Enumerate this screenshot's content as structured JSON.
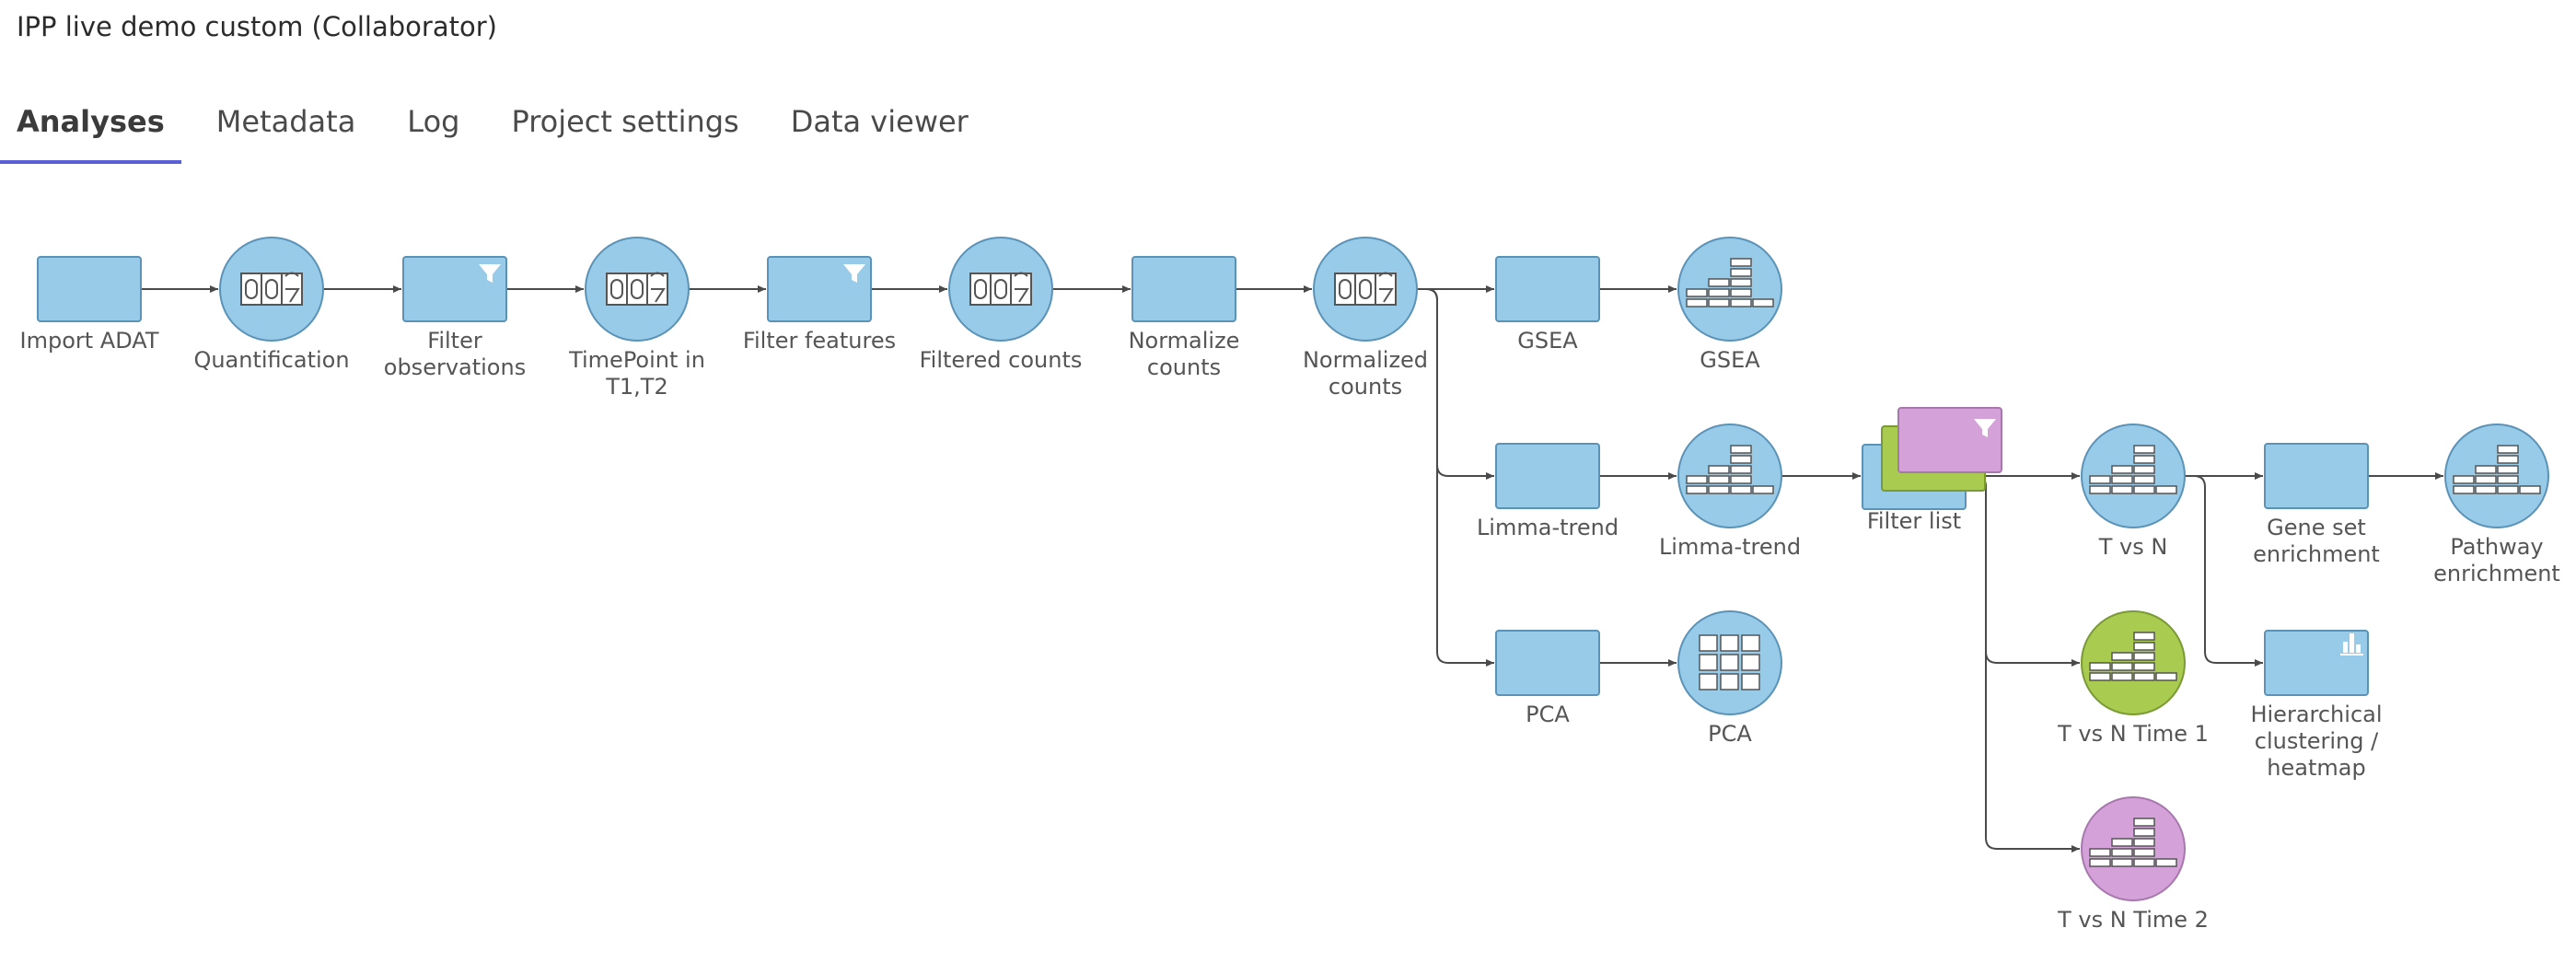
{
  "project": {
    "title": "IPP live demo custom (Collaborator)"
  },
  "tabs": [
    {
      "label": "Analyses",
      "active": true
    },
    {
      "label": "Metadata",
      "active": false
    },
    {
      "label": "Log",
      "active": false
    },
    {
      "label": "Project settings",
      "active": false
    },
    {
      "label": "Data viewer",
      "active": false
    }
  ],
  "colors": {
    "node_blue": "#97cbe8",
    "node_green": "#a8cb50",
    "node_purple": "#d4a2d9",
    "edge": "#4a4a4a",
    "tab_indicator": "#5a5fd6"
  },
  "nodes": [
    {
      "id": "import-adat",
      "shape": "task",
      "icon": "none",
      "color": "blue",
      "label": [
        "Import ADAT"
      ]
    },
    {
      "id": "quantification",
      "shape": "data",
      "icon": "counter",
      "color": "blue",
      "label": [
        "Quantification"
      ]
    },
    {
      "id": "filter-observations",
      "shape": "task",
      "icon": "filter",
      "color": "blue",
      "label": [
        "Filter",
        "observations"
      ]
    },
    {
      "id": "timepoint",
      "shape": "data",
      "icon": "counter",
      "color": "blue",
      "label": [
        "TimePoint in",
        "T1,T2"
      ]
    },
    {
      "id": "filter-features",
      "shape": "task",
      "icon": "filter",
      "color": "blue",
      "label": [
        "Filter features"
      ]
    },
    {
      "id": "filtered-counts",
      "shape": "data",
      "icon": "counter",
      "color": "blue",
      "label": [
        "Filtered counts"
      ]
    },
    {
      "id": "normalize-counts",
      "shape": "task",
      "icon": "none",
      "color": "blue",
      "label": [
        "Normalize",
        "counts"
      ]
    },
    {
      "id": "normalized-counts",
      "shape": "data",
      "icon": "counter",
      "color": "blue",
      "label": [
        "Normalized",
        "counts"
      ]
    },
    {
      "id": "gsea-task",
      "shape": "task",
      "icon": "none",
      "color": "blue",
      "label": [
        "GSEA"
      ]
    },
    {
      "id": "gsea-result",
      "shape": "data",
      "icon": "table",
      "color": "blue",
      "label": [
        "GSEA"
      ]
    },
    {
      "id": "limma-task",
      "shape": "task",
      "icon": "none",
      "color": "blue",
      "label": [
        "Limma-trend"
      ]
    },
    {
      "id": "limma-result",
      "shape": "data",
      "icon": "table",
      "color": "blue",
      "label": [
        "Limma-trend"
      ]
    },
    {
      "id": "filter-list",
      "shape": "stack",
      "icon": "filter",
      "color": "blue",
      "label": [
        "Filter list"
      ]
    },
    {
      "id": "pca-task",
      "shape": "task",
      "icon": "none",
      "color": "blue",
      "label": [
        "PCA"
      ]
    },
    {
      "id": "pca-result",
      "shape": "data",
      "icon": "grid",
      "color": "blue",
      "label": [
        "PCA"
      ]
    },
    {
      "id": "t-vs-n",
      "shape": "data",
      "icon": "table",
      "color": "blue",
      "label": [
        "T vs N"
      ]
    },
    {
      "id": "t-vs-n-time1",
      "shape": "data",
      "icon": "table",
      "color": "green",
      "label": [
        "T vs N Time 1"
      ]
    },
    {
      "id": "t-vs-n-time2",
      "shape": "data",
      "icon": "table",
      "color": "purple",
      "label": [
        "T vs N Time 2"
      ]
    },
    {
      "id": "gene-set-enrichment",
      "shape": "task",
      "icon": "none",
      "color": "blue",
      "label": [
        "Gene set",
        "enrichment"
      ]
    },
    {
      "id": "hierarchical-clustering",
      "shape": "task",
      "icon": "barchart",
      "color": "blue",
      "label": [
        "Hierarchical",
        "clustering /",
        "heatmap"
      ]
    },
    {
      "id": "pathway-enrichment",
      "shape": "data",
      "icon": "table",
      "color": "blue",
      "label": [
        "Pathway",
        "enrichment"
      ]
    }
  ],
  "edges": [
    {
      "from": "import-adat",
      "to": "quantification"
    },
    {
      "from": "quantification",
      "to": "filter-observations"
    },
    {
      "from": "filter-observations",
      "to": "timepoint"
    },
    {
      "from": "timepoint",
      "to": "filter-features"
    },
    {
      "from": "filter-features",
      "to": "filtered-counts"
    },
    {
      "from": "filtered-counts",
      "to": "normalize-counts"
    },
    {
      "from": "normalize-counts",
      "to": "normalized-counts"
    },
    {
      "from": "normalized-counts",
      "to": "gsea-task"
    },
    {
      "from": "normalized-counts",
      "to": "limma-task"
    },
    {
      "from": "normalized-counts",
      "to": "pca-task"
    },
    {
      "from": "gsea-task",
      "to": "gsea-result"
    },
    {
      "from": "limma-task",
      "to": "limma-result"
    },
    {
      "from": "limma-result",
      "to": "filter-list"
    },
    {
      "from": "pca-task",
      "to": "pca-result"
    },
    {
      "from": "filter-list",
      "to": "t-vs-n"
    },
    {
      "from": "filter-list",
      "to": "t-vs-n-time1"
    },
    {
      "from": "filter-list",
      "to": "t-vs-n-time2"
    },
    {
      "from": "t-vs-n",
      "to": "gene-set-enrichment"
    },
    {
      "from": "t-vs-n",
      "to": "hierarchical-clustering"
    },
    {
      "from": "gene-set-enrichment",
      "to": "pathway-enrichment"
    }
  ]
}
